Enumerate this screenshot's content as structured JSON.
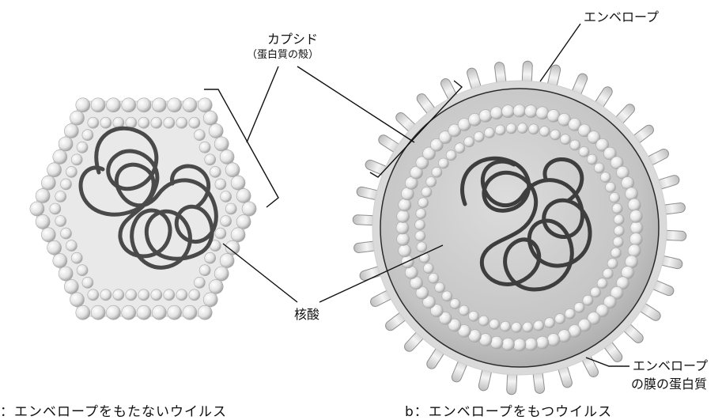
{
  "labels": {
    "capsid": "カプシド",
    "capsid_sub": "（蛋白質の殻）",
    "envelope": "エンベロープ",
    "nucleic_acid": "核酸",
    "envelope_protein_line1": "エンベロープ",
    "envelope_protein_line2": "の膜の蛋白質"
  },
  "captions": {
    "a": "：エンベロープをもたないウイルス",
    "b": "b：エンベロープをもつウイルス"
  }
}
